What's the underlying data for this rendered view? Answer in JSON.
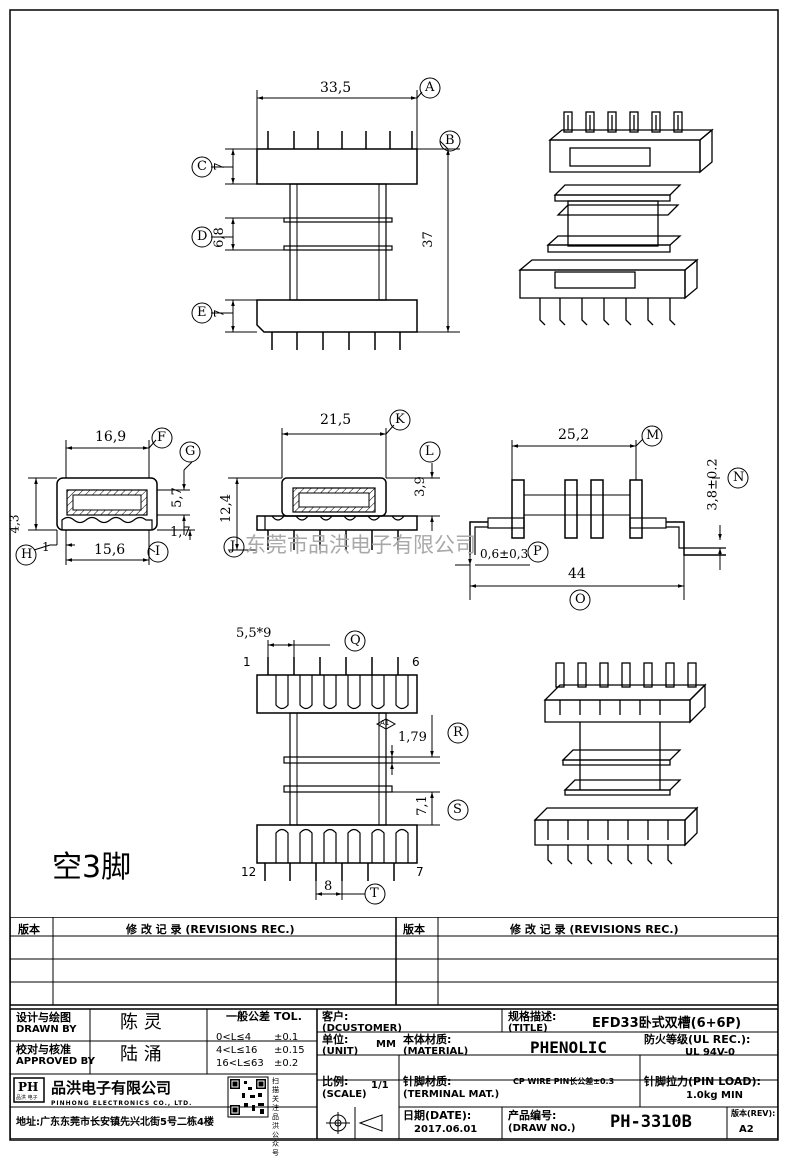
{
  "drawing": {
    "dims": {
      "a": "33,5",
      "c": "7",
      "d": "6,8",
      "e": "7",
      "b": "37",
      "f": "16,9",
      "g": "5,7",
      "h": "4,3",
      "i": "1,7",
      "h1": "1",
      "i1": "15,6",
      "k": "21,5",
      "l": "3,9",
      "j": "12,4",
      "m": "25,2",
      "n": "3,8±0.2",
      "p": "0,6±0,3",
      "o": "44",
      "q": "5,5*9",
      "r": "1,79",
      "s": "7,1",
      "t": "8"
    },
    "balloons": [
      "A",
      "B",
      "C",
      "D",
      "E",
      "F",
      "G",
      "H",
      "I",
      "J",
      "K",
      "L",
      "M",
      "N",
      "O",
      "P",
      "Q",
      "R",
      "S",
      "T"
    ],
    "flag": "A1",
    "pins": {
      "p1": "1",
      "p6": "6",
      "p12": "12",
      "p7": "7"
    },
    "note": "空3脚",
    "watermark": "东莞市品洪电子有限公司"
  },
  "titleblock": {
    "rev_label": "版本",
    "rev_record": "修 改 记 录 (REVISIONS REC.)",
    "designer_label_cn": "设计与绘图",
    "designer_label_en": "DRAWN BY",
    "designer": "陈  灵",
    "checker_label_cn": "校对与核准",
    "checker_label_en": "APPROVED BY",
    "checker": "陆  涌",
    "tol_title": "一般公差 TOL.",
    "tol": [
      {
        "range": "0<L≤4",
        "value": "±0.1"
      },
      {
        "range": "4<L≤16",
        "value": "±0.15"
      },
      {
        "range": "16<L≤63",
        "value": "±0.2"
      }
    ],
    "customer_label": "客户:",
    "customer_en": "(DCUSTOMER)",
    "title_label_cn": "规格描述:",
    "title_label_en": "(TITLE)",
    "title": "EFD33卧式双槽(6+6P)",
    "unit_label_cn": "单位:",
    "unit_label_en": "(UNIT)",
    "unit": "MM",
    "material_label_cn": "本体材质:",
    "material_label_en": "(MATERIAL)",
    "material": "PHENOLIC",
    "fire_label_cn": "防火等级(UL REC.):",
    "fire": "UL 94V-0",
    "scale_label_cn": "比例:",
    "scale_label_en": "(SCALE)",
    "scale": "1/1",
    "terminal_label_cn": "针脚材质:",
    "terminal_label_en": "(TERMINAL MAT.)",
    "terminal": "CP WIRE PIN长公差±0.3",
    "pinload_label_cn": "针脚拉力(PIN LOAD):",
    "pinload": "1.0kg MIN",
    "date_label": "日期(DATE):",
    "date": "2017.06.01",
    "drawno_label_cn": "产品编号:",
    "drawno_label_en": "(DRAW NO.)",
    "drawno": "PH-3310B",
    "ver_label": "版本(REV):",
    "ver": "A2",
    "company_logo": "PH",
    "company_logo_sub": "品洪 电子",
    "company_cn": "品洪电子有限公司",
    "company_en": "PINHONG ELECTRONICS CO., LTD.",
    "address": "地址:广东东莞市长安镇先兴北街5号二栋4楼",
    "qr_side": "扫描 关注 品洪 公众号"
  }
}
